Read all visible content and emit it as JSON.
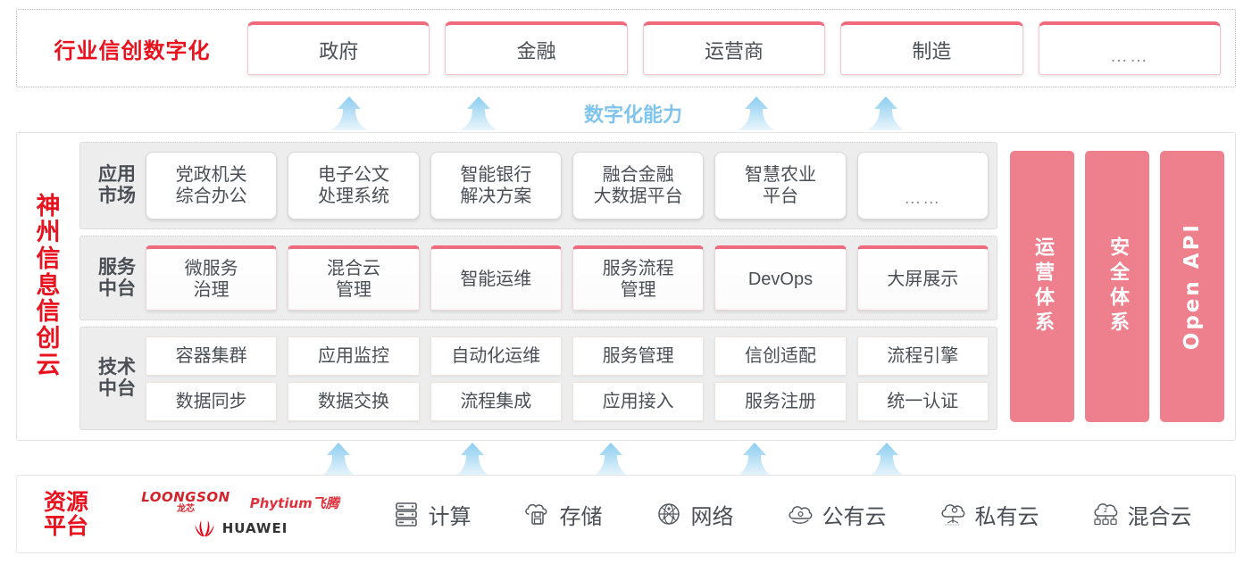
{
  "industry": {
    "title": "行业信创数字化",
    "cards": [
      {
        "label": "政府"
      },
      {
        "label": "金融"
      },
      {
        "label": "运营商"
      },
      {
        "label": "制造"
      },
      {
        "label": "……"
      }
    ]
  },
  "capability": {
    "label": "数字化能力",
    "arrow_icon": "up-arrow-icon",
    "top_arrow_count": 4,
    "bottom_arrow_count": 5
  },
  "cloud": {
    "title_chars": [
      "神",
      "州",
      "信",
      "息",
      "信",
      "创",
      "云"
    ],
    "title": "神州信息信创云",
    "bands": [
      {
        "key": "app-market",
        "label": "应用\n市场",
        "label_line1": "应用",
        "label_line2": "市场",
        "cards": [
          {
            "line1": "党政机关",
            "line2": "综合办公"
          },
          {
            "line1": "电子公文",
            "line2": "处理系统"
          },
          {
            "line1": "智能银行",
            "line2": "解决方案"
          },
          {
            "line1": "融合金融",
            "line2": "大数据平台"
          },
          {
            "line1": "智慧农业",
            "line2": "平台"
          },
          {
            "line1": "……",
            "line2": ""
          }
        ]
      },
      {
        "key": "service-platform",
        "label_line1": "服务",
        "label_line2": "中台",
        "cards": [
          {
            "line1": "微服务",
            "line2": "治理"
          },
          {
            "line1": "混合云",
            "line2": "管理"
          },
          {
            "line1": "智能运维",
            "line2": ""
          },
          {
            "line1": "服务流程",
            "line2": "管理"
          },
          {
            "line1": "DevOps",
            "line2": ""
          },
          {
            "line1": "大屏展示",
            "line2": ""
          }
        ]
      },
      {
        "key": "tech-platform",
        "label_line1": "技术",
        "label_line2": "中台",
        "row1": [
          "容器集群",
          "应用监控",
          "自动化运维",
          "服务管理",
          "信创适配",
          "流程引擎"
        ],
        "row2": [
          "数据同步",
          "数据交换",
          "流程集成",
          "应用接入",
          "服务注册",
          "统一认证"
        ]
      }
    ],
    "pillars": [
      {
        "label": "运营体系",
        "latin": false
      },
      {
        "label": "安全体系",
        "latin": false
      },
      {
        "label": "Open API",
        "latin": true
      }
    ]
  },
  "resource": {
    "title_line1": "资源",
    "title_line2": "平台",
    "vendors": [
      {
        "name": "LOONGSON",
        "cn": "龙芯",
        "icon": "loongson-logo"
      },
      {
        "name": "Phytium飞腾",
        "icon": "phytium-logo"
      },
      {
        "name": "HUAWEI",
        "icon": "huawei-logo"
      }
    ],
    "items": [
      {
        "label": "计算",
        "icon": "server-icon"
      },
      {
        "label": "存储",
        "icon": "cloud-storage-icon"
      },
      {
        "label": "网络",
        "icon": "network-globe-icon"
      },
      {
        "label": "公有云",
        "icon": "public-cloud-icon"
      },
      {
        "label": "私有云",
        "icon": "private-cloud-icon"
      },
      {
        "label": "混合云",
        "icon": "hybrid-cloud-icon"
      }
    ]
  },
  "colors": {
    "brand_red": "#e8121e",
    "card_accent": "#ef6a7c",
    "pillar_pink": "#ee7f8c",
    "arrow_blue": "#a8d8f0",
    "capability_blue": "#7fc4ec",
    "band_gray": "#ededed",
    "text_gray": "#4a4f56"
  }
}
